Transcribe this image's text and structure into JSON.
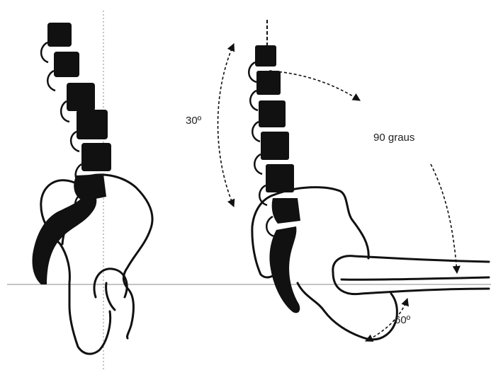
{
  "labels": {
    "angle_30": "30º",
    "angle_90": "90 graus",
    "angle_60": "60º"
  },
  "colors": {
    "ink": "#111111",
    "guide": "#8a8a8a",
    "background": "#ffffff"
  }
}
